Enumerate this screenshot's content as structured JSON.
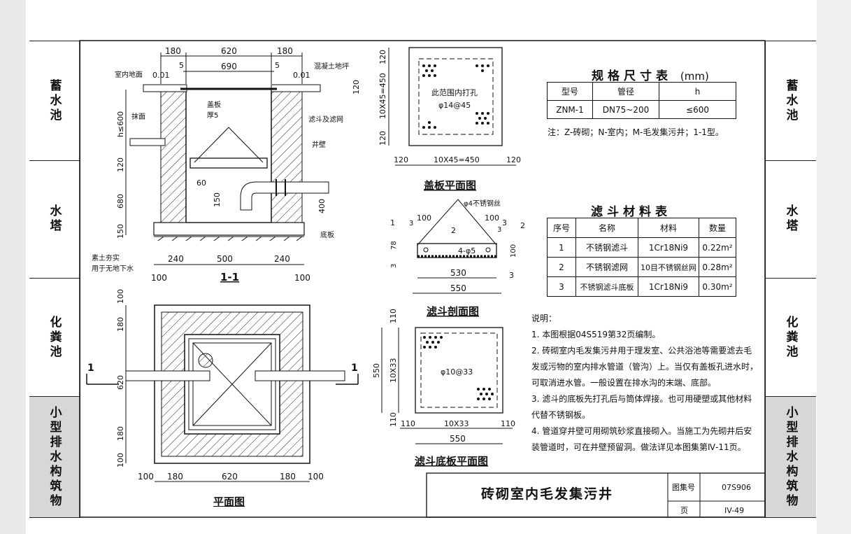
{
  "side_tabs": {
    "left": [
      "蓄水池",
      "水塔",
      "化粪池",
      "小型排水构筑物"
    ],
    "right": [
      "蓄水池",
      "水塔",
      "化粪池",
      "小型排水构筑物"
    ]
  },
  "drawing_1_1": {
    "caption": "1-1",
    "dims_top": [
      "180",
      "620",
      "180"
    ],
    "dim_690": "690",
    "dim_5a": "5",
    "dim_5b": "5",
    "level_left": "0.01",
    "level_right": "0.01",
    "label_floor": "室内地面",
    "label_concrete": "混凝土地坪",
    "label_cover": "盖板",
    "label_cover_thk": "厚5",
    "label_filter": "滤斗及滤网",
    "label_plaster": "抹面",
    "label_wall": "井壁",
    "label_base": "底板",
    "label_soil": "素土夯实",
    "label_soil2": "用于无地下水",
    "dim_h600": "h≤600",
    "dim_120a": "120",
    "dim_120b": "120",
    "dim_680": "680",
    "dim_150a": "150",
    "dim_150b": "150",
    "dim_60": "60",
    "dim_400": "400",
    "dims_bottom": [
      "240",
      "500",
      "240"
    ],
    "dim_100a": "100",
    "dim_100b": "100"
  },
  "plan": {
    "caption": "平面图",
    "section_mark": "1",
    "dims_bottom": [
      "100",
      "180",
      "620",
      "180",
      "100"
    ],
    "dims_left": [
      "100",
      "180",
      "620",
      "180",
      "100"
    ]
  },
  "cover_plan": {
    "caption": "盖板平面图",
    "dim_120a": "120",
    "dim_span": "10X45=450",
    "dim_120b": "120",
    "dim_left": "10X45=450",
    "dim_lt": "120",
    "dim_lb": "120",
    "note1": "此范围内打孔",
    "note2": "φ14@45"
  },
  "filter_section": {
    "caption": "滤斗剖面图",
    "wire": "φ4不锈钢丝",
    "n1": "1",
    "n2": "2",
    "n3": "3",
    "n2b": "2",
    "n3b": "3",
    "n3c": "3",
    "dim_100a": "100",
    "dim_100b": "100",
    "dim_3a": "3",
    "dim_3b": "3",
    "dim_3c": "3",
    "rod": "4-φ5",
    "dim_78": "78",
    "dim_100c": "100",
    "dim_530": "530",
    "dim_550": "550"
  },
  "filter_base": {
    "caption": "滤斗底板平面图",
    "holes": "φ10@33",
    "dim_550": "550",
    "dim_left": "10X33",
    "dim_lt": "110",
    "dim_lb": "110",
    "dim_110a": "110",
    "dim_span": "10X33",
    "dim_110b": "110",
    "dim_bottom": "550"
  },
  "spec_table": {
    "title": "规格尺寸表",
    "unit": "(mm)",
    "headers": [
      "型号",
      "管径",
      "h"
    ],
    "row": [
      "ZNM-1",
      "DN75~200",
      "≤600"
    ],
    "note": "注：Z-砖砌；N-室内；M-毛发集污井；1-1型。"
  },
  "material_table": {
    "title": "滤斗材料表",
    "headers": [
      "序号",
      "名称",
      "材料",
      "数量"
    ],
    "rows": [
      [
        "1",
        "不锈钢滤斗",
        "1Cr18Ni9",
        "0.22m²"
      ],
      [
        "2",
        "不锈钢滤网",
        "10目不锈钢丝网",
        "0.28m²"
      ],
      [
        "3",
        "不锈钢滤斗底板",
        "1Cr18Ni9",
        "0.30m²"
      ]
    ]
  },
  "notes": {
    "heading": "说明：",
    "lines": [
      "1. 本图根据04S519第32页编制。",
      "2. 砖砌室内毛发集污井用于理发室、公共浴池等需要滤去毛",
      "发或污物的室内排水管道（管沟）上。当仅有盖板孔进水时，",
      "可取消进水管。一般设置在排水沟的末端、底部。",
      "3. 滤斗的底板先打孔后与筒体焊接。也可用硬塑或其他材料",
      "代替不锈钢板。",
      "4. 管道穿井壁可用砌筑砂浆直接砌入。当施工为先砌井后安",
      "装管道时，可在井壁预留洞。做法详见本图集第Ⅳ-11页。"
    ]
  },
  "title_block": {
    "title": "砖砌室内毛发集污井",
    "atlas_label": "图集号",
    "atlas_no": "07S906",
    "page_label": "页",
    "page_no": "IV-49"
  }
}
